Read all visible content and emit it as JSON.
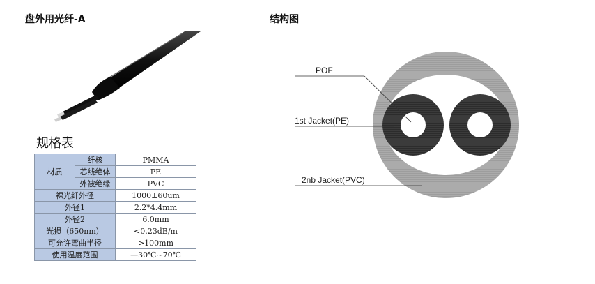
{
  "left": {
    "title": "盘外用光纤-A",
    "spec_title": "规格表",
    "spec_table": {
      "group_label": "材质",
      "group_rows": [
        {
          "label": "纤核",
          "value": "PMMA"
        },
        {
          "label": "芯线绝体",
          "value": "PE"
        },
        {
          "label": "外被绝缘",
          "value": "PVC"
        }
      ],
      "rows": [
        {
          "label": "裸光纤外径",
          "value": "1000±60um"
        },
        {
          "label": "外径1",
          "value": "2.2*4.4mm"
        },
        {
          "label": "外径2",
          "value": "6.0mm"
        },
        {
          "label": "光损（650nm）",
          "value": "<0.23dB/m"
        },
        {
          "label": "可允许弯曲半径",
          "value": ">100mm"
        },
        {
          "label": "使用温度范围",
          "value": "—30℃~70℃"
        }
      ]
    }
  },
  "right": {
    "title": "结构图",
    "diagram": {
      "label_pof": "POF",
      "label_jacket1": "1st Jacket(PE)",
      "label_jacket2": "2nb Jacket(PVC)"
    }
  },
  "colors": {
    "table_label_bg": "#b9c9e3",
    "outer_jacket": "#a9a9a9",
    "inner_jacket": "#3a3a3a"
  }
}
